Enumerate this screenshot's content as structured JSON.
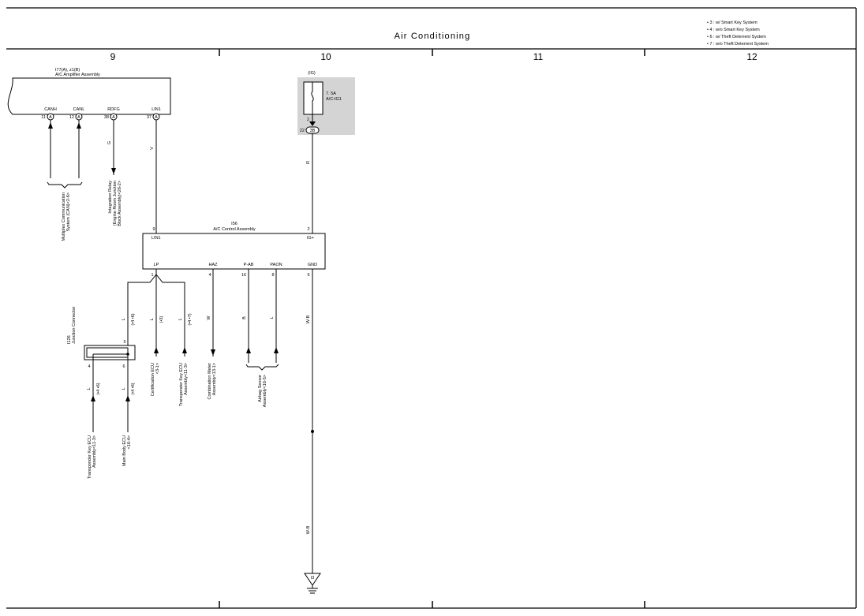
{
  "title": "Air Conditioning",
  "legend": [
    "• 3 : w/ Smart Key System",
    "• 4 : w/o Smart Key System",
    "• 6 : w/ Theft Deterrent System",
    "• 7 : w/o Theft Deterrent System"
  ],
  "columns": [
    "9",
    "10",
    "11",
    "12"
  ],
  "amplifier": {
    "code": "I77(A), z1(B)",
    "name": "A/C Amplifier Assembly",
    "pins": [
      {
        "label": "CANH",
        "num": "11",
        "conn": "A"
      },
      {
        "label": "CANL",
        "num": "12",
        "conn": "A"
      },
      {
        "label": "RDFG",
        "num": "38",
        "conn": "A"
      },
      {
        "label": "LIN1",
        "num": "37",
        "conn": "A"
      }
    ]
  },
  "fuse": {
    "supply": "(IG)",
    "rating": "7. 5A",
    "name": "A/C-IG1",
    "pin": "2",
    "conn_pin": "22",
    "conn_id": "3B"
  },
  "control": {
    "code": "I56",
    "name": "A/C Control Assembly",
    "top_pins": [
      {
        "label": "LIN1",
        "num": "9"
      },
      {
        "label": "IG+",
        "num": "2"
      }
    ],
    "bottom_pins": [
      {
        "label": "LP",
        "num": "1"
      },
      {
        "label": "HAZ",
        "num": "4"
      },
      {
        "label": "P-AB",
        "num": "16"
      },
      {
        "label": "PAON",
        "num": "8"
      },
      {
        "label": "GND",
        "num": "6"
      }
    ]
  },
  "junction": {
    "code": "I126",
    "name": "Junction Connector",
    "pins": [
      "5",
      "4",
      "6"
    ]
  },
  "wire_colors": {
    "rdfg": "G",
    "lin": "V",
    "ig": "R",
    "lp_a": "L",
    "lp_b": "L",
    "lp_c": "L",
    "haz": "W",
    "pab": "B",
    "paon": "L",
    "gnd_a": "W-B",
    "gnd_b": "W-B",
    "j4": "L",
    "j6": "L"
  },
  "wire_notes": {
    "lp_a": "(•4 •6)",
    "lp_b": "(•3)",
    "lp_c": "(•4 •7)",
    "j4": "(•4 •6)",
    "j6": "(•4 •6)"
  },
  "destinations": {
    "multiplex": [
      "Multiplex Communication",
      "System (CAN)<2-6>"
    ],
    "integration": [
      "Integration Relay",
      "(Engine Room Junction",
      "Block Assembly)<26-2>"
    ],
    "certification": [
      "Certification ECU",
      "<3-1>"
    ],
    "transponder_a": [
      "Transponder Key ECU",
      "Assembly<11-3>"
    ],
    "combination": [
      "Combination Meter",
      "Assembly<13-1>"
    ],
    "airbag": [
      "Airbag Sensor",
      "Assembly<16-5>"
    ],
    "transponder_b": [
      "Transponder Key ECU",
      "Assembly<11-3>"
    ],
    "main_body": [
      "Main Body ECU",
      "<16-4>"
    ]
  },
  "ground": "I3"
}
